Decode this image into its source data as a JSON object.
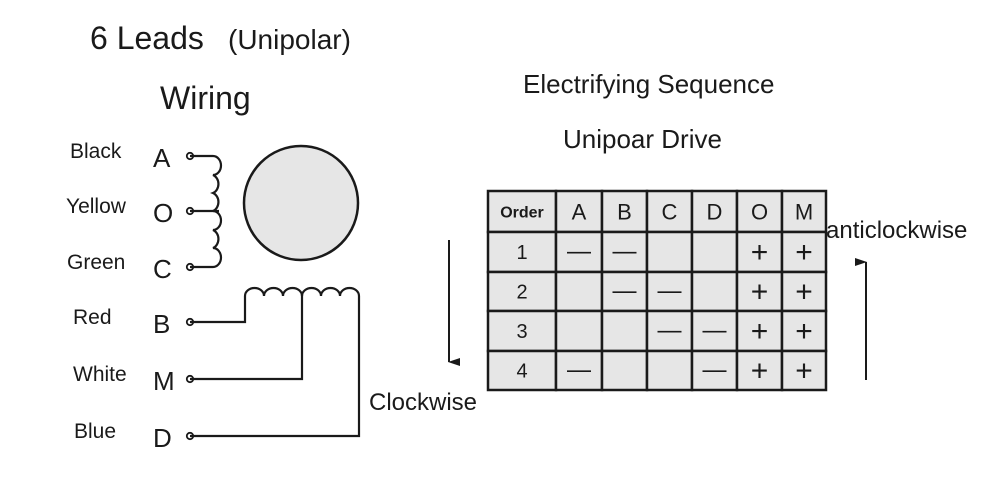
{
  "title": "6 Leads",
  "title_suffix": "(Unipolar)",
  "wiring": {
    "heading": "Wiring",
    "leads": [
      {
        "color": "Black",
        "terminal": "A"
      },
      {
        "color": "Yellow",
        "terminal": "O"
      },
      {
        "color": "Green",
        "terminal": "C"
      },
      {
        "color": "Red",
        "terminal": "B"
      },
      {
        "color": "White",
        "terminal": "M"
      },
      {
        "color": "Blue",
        "terminal": "D"
      }
    ]
  },
  "sequence": {
    "heading": "Electrifying Sequence",
    "subheading": "Unipoar Drive",
    "columns": [
      "Order",
      "A",
      "B",
      "C",
      "D",
      "O",
      "M"
    ],
    "rows": [
      [
        "1",
        "—",
        "—",
        "",
        "",
        "+",
        "+"
      ],
      [
        "2",
        "",
        "—",
        "—",
        "",
        "+",
        "+"
      ],
      [
        "3",
        "",
        "",
        "—",
        "—",
        "+",
        "+"
      ],
      [
        "4",
        "—",
        "",
        "",
        "—",
        "+",
        "+"
      ]
    ],
    "clockwise_label": "Clockwise",
    "anticlockwise_label": "anticlockwise"
  }
}
